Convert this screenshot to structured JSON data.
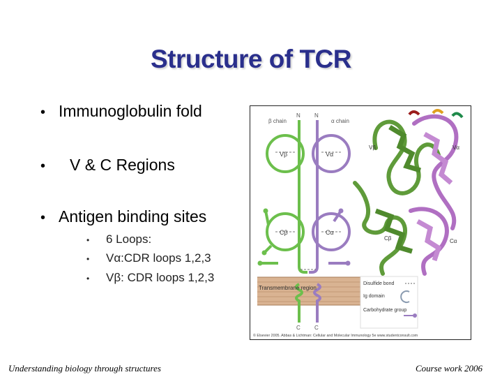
{
  "slide": {
    "title": "Structure of TCR",
    "bullets": [
      "Immunoglobulin fold",
      "V & C Regions",
      "Antigen binding sites"
    ],
    "bullet_symbol": "•",
    "sub_bullets": [
      "6 Loops:",
      "Vα:CDR loops 1,2,3",
      "Vβ: CDR loops 1,2,3"
    ]
  },
  "figure": {
    "beta_chain": "β chain",
    "alpha_chain": "α chain",
    "n_term": "N",
    "c_term": "C",
    "v_beta": "Vβ",
    "v_alpha": "Vα",
    "c_beta": "Cβ",
    "c_alpha": "Cα",
    "transmembrane": "Transmembrane region",
    "legend_disulfide": "Disulfide bond",
    "legend_ig_domain": "Ig domain",
    "legend_carbohydrate": "Carbohydrate group",
    "credit": "© Elsevier 2005. Abbas & Lichtman: Cellular and Molecular Immunology 5e www.studentconsult.com",
    "colors": {
      "beta": "#6cbf4c",
      "alpha": "#9a7cc0",
      "membrane": "#d9b392"
    }
  },
  "footer": {
    "left": "Understanding biology through structures",
    "right": "Course work 2006"
  }
}
